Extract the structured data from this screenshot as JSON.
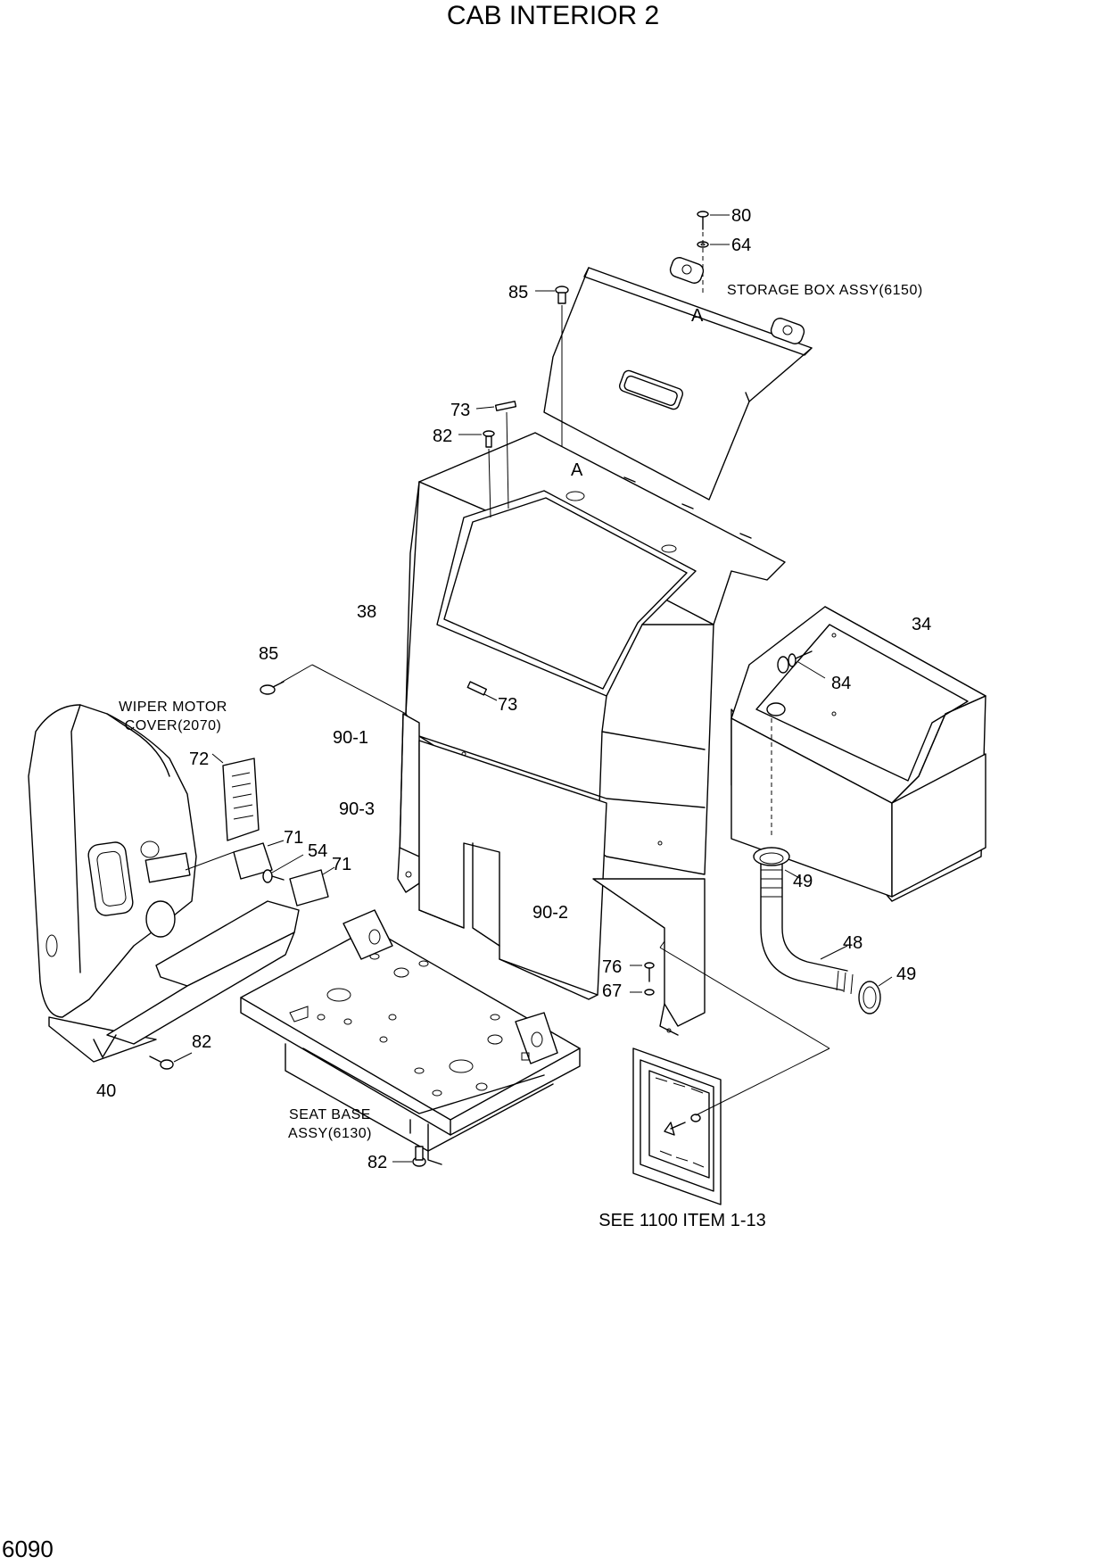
{
  "title": "CAB INTERIOR 2",
  "page_number": "6090",
  "notes": {
    "storage_box": "STORAGE BOX ASSY(6150)",
    "wiper_line1": "WIPER MOTOR",
    "wiper_line2": "COVER(2070)",
    "seat_line1": "SEAT BASE",
    "seat_line2": "ASSY(6130)",
    "see_ref": "SEE 1100 ITEM 1-13",
    "view_a_top": "A",
    "view_a_mid": "A"
  },
  "callouts": [
    {
      "id": "c80",
      "text": "80"
    },
    {
      "id": "c64",
      "text": "64"
    },
    {
      "id": "c85a",
      "text": "85"
    },
    {
      "id": "c73a",
      "text": "73"
    },
    {
      "id": "c82a",
      "text": "82"
    },
    {
      "id": "c38",
      "text": "38"
    },
    {
      "id": "c34",
      "text": "34"
    },
    {
      "id": "c85b",
      "text": "85"
    },
    {
      "id": "c84",
      "text": "84"
    },
    {
      "id": "c73b",
      "text": "73"
    },
    {
      "id": "c72",
      "text": "72"
    },
    {
      "id": "c90_1",
      "text": "90-1"
    },
    {
      "id": "c90_3",
      "text": "90-3"
    },
    {
      "id": "c71a",
      "text": "71"
    },
    {
      "id": "c54",
      "text": "54"
    },
    {
      "id": "c71b",
      "text": "71"
    },
    {
      "id": "c49a",
      "text": "49"
    },
    {
      "id": "c90_2",
      "text": "90-2"
    },
    {
      "id": "c48",
      "text": "48"
    },
    {
      "id": "c76",
      "text": "76"
    },
    {
      "id": "c49b",
      "text": "49"
    },
    {
      "id": "c67",
      "text": "67"
    },
    {
      "id": "c82b",
      "text": "82"
    },
    {
      "id": "c40",
      "text": "40"
    },
    {
      "id": "c82c",
      "text": "82"
    }
  ]
}
